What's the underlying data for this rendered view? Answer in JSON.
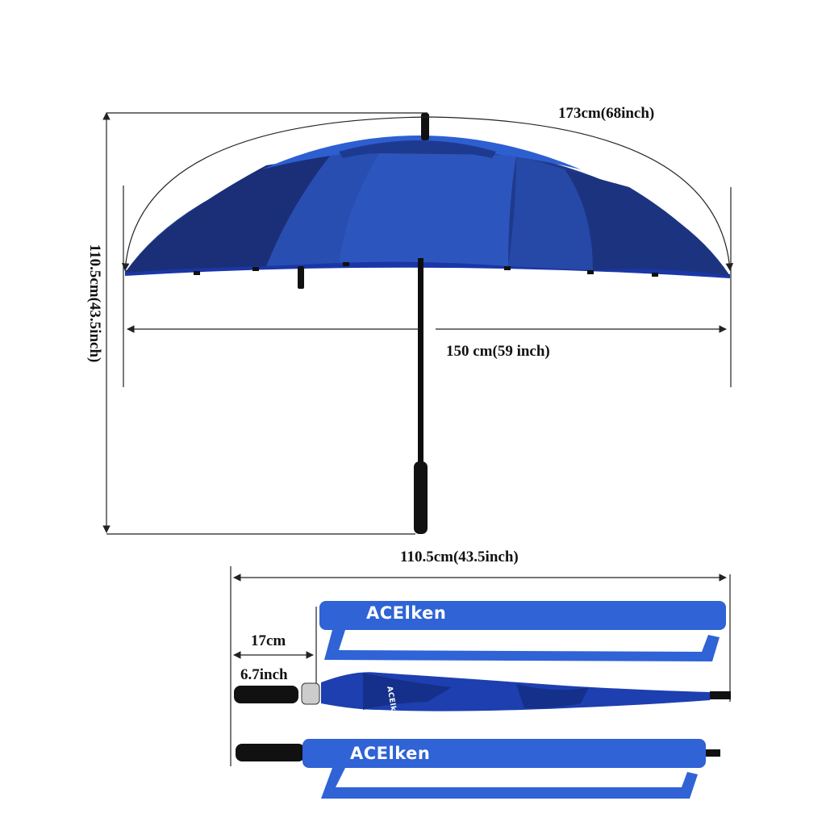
{
  "dimensions": {
    "circumference_label": "173cm(68inch)",
    "canopy_width_label": "150 cm(59 inch)",
    "height_label": "110.5cm(43.5inch)",
    "folded_length_label": "110.5cm(43.5inch)",
    "handle_length_cm_label": "17cm",
    "handle_length_in_label": "6.7inch"
  },
  "branding": {
    "sleeve_top_logo": "ACElken",
    "sleeve_bottom_logo": "ACElken",
    "canopy_logo": "ACElken"
  },
  "colors": {
    "canopy_navy": "#1f3a8c",
    "canopy_royal": "#1e4fbf",
    "sleeve_blue": "#2f63d6",
    "handle_black": "#111111",
    "dimension_line": "#222222"
  }
}
